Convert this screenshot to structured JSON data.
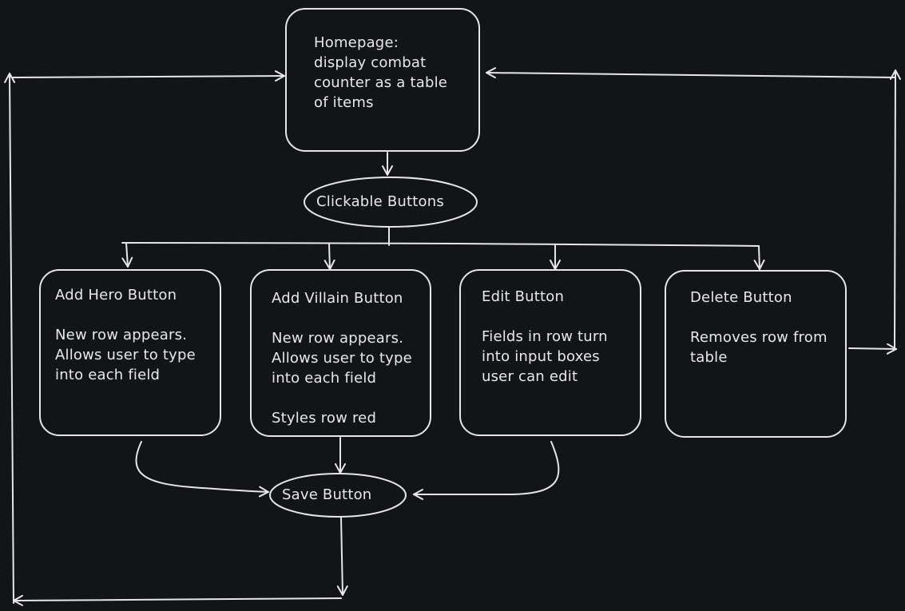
{
  "colors": {
    "background": "#121418",
    "stroke": "#e6e6e6",
    "text": "#e8e8e8"
  },
  "nodes": {
    "homepage": {
      "lines": [
        "Homepage:",
        "display combat",
        "counter as a table",
        "of items"
      ]
    },
    "clickable_buttons": {
      "label": "Clickable Buttons"
    },
    "add_hero": {
      "title": "Add Hero Button",
      "lines": [
        "New row appears.",
        "Allows user to type",
        "into each field"
      ]
    },
    "add_villain": {
      "title": "Add Villain Button",
      "lines": [
        "New row appears.",
        "Allows user to type",
        "into each field"
      ],
      "note": "Styles row red"
    },
    "edit": {
      "title": "Edit Button",
      "lines": [
        "Fields in row turn",
        "into input boxes",
        "user can edit"
      ]
    },
    "delete": {
      "title": "Delete Button",
      "lines": [
        "Removes row from",
        "table"
      ]
    },
    "save": {
      "label": "Save Button"
    }
  }
}
